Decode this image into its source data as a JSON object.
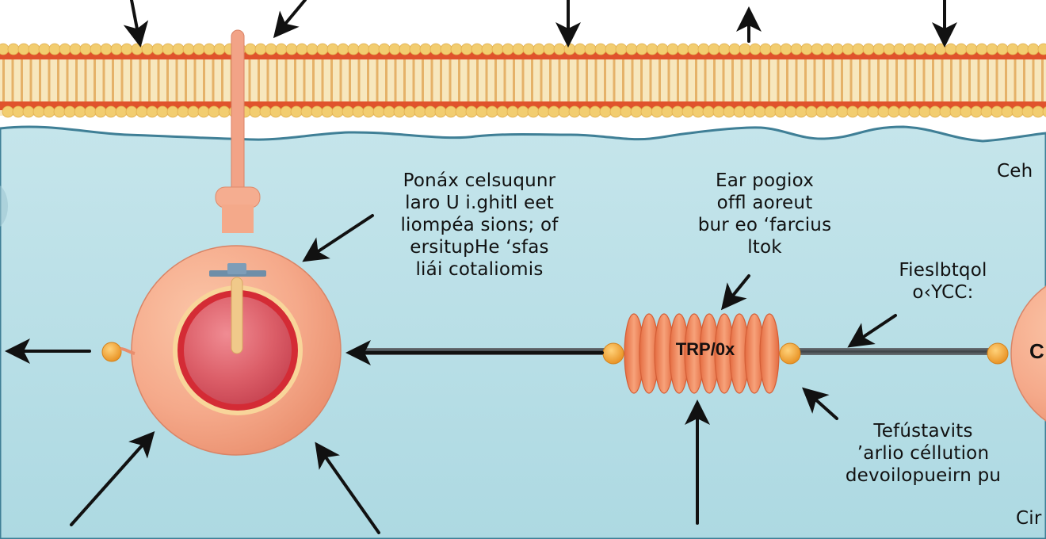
{
  "diagram": {
    "title": "Cell membrane and intracellular signaling diagram",
    "colors": {
      "background_extracellular": "#ffffff",
      "cytoplasm": "#bde1e8",
      "membrane_head": "#f2cf6e",
      "membrane_band": "#e0502a",
      "membrane_tail": "#f7e3b0",
      "organelle_outer": "#f4a98a",
      "organelle_inner": "#d9555f",
      "coil": "#ee8455",
      "bead": "#f0a630",
      "rod": "#555b60",
      "arrow": "#111111"
    },
    "labels": {
      "organelle_note": [
        "Ponáx celsuqunr",
        "laro U i.ghitl eet",
        "liompéa sions; of",
        "ersitupHe ‘sfas",
        "liái cotaliomis"
      ],
      "channel_note": [
        "Ear pogiox",
        "ofﬂ aoreut",
        "bur eo ‘farcius",
        "ltok"
      ],
      "edge_top_right": [
        "Ceh"
      ],
      "linker_note": [
        "Fieslbtqol",
        "o‹YCC:"
      ],
      "development_note": [
        "Tefústavits",
        "’arlio céllution",
        "devoilopueirn pu"
      ],
      "edge_bottom_right": [
        "Cir"
      ]
    },
    "components": {
      "channel_label": "TRP/0x",
      "right_cell_label": "C"
    }
  }
}
